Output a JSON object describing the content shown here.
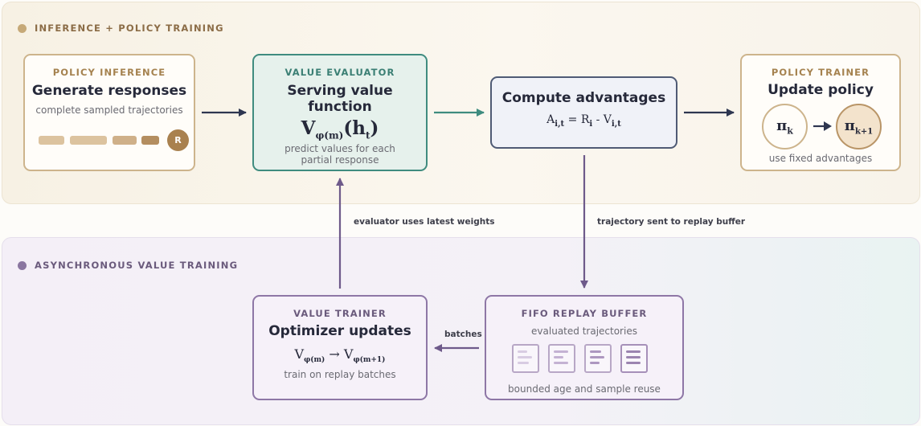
{
  "sections": {
    "top_title": "INFERENCE + POLICY TRAINING",
    "bottom_title": "ASYNCHRONOUS VALUE TRAINING"
  },
  "policy_inference": {
    "label": "POLICY INFERENCE",
    "title": "Generate responses",
    "subtitle": "complete sampled trajectories",
    "badge": "R"
  },
  "value_evaluator": {
    "label": "VALUE EVALUATOR",
    "title": "Serving value function",
    "formula": {
      "main": "V",
      "sub": "φ(m)",
      "arg": "(h",
      "arg_sub": "t",
      "close": ")"
    },
    "caption_line1": "predict values for each",
    "caption_line2": "partial response"
  },
  "compute_advantages": {
    "title": "Compute advantages",
    "formula": {
      "a": "A",
      "a_sub": "i,t",
      "eq": " = R",
      "r_sub": "i",
      "minus": " - V",
      "v_sub": "i,t"
    }
  },
  "policy_trainer": {
    "label": "POLICY TRAINER",
    "title": "Update policy",
    "pi_from": "π",
    "pi_from_sub": "k",
    "pi_to": "π",
    "pi_to_sub": "k+1",
    "caption": "use fixed advantages"
  },
  "value_trainer": {
    "label": "VALUE TRAINER",
    "title": "Optimizer updates",
    "formula": {
      "v1": "V",
      "v1_sub": "φ(m)",
      "arrow": " → ",
      "v2": "V",
      "v2_sub": "φ(m+1)"
    },
    "caption": "train on replay batches"
  },
  "replay_buffer": {
    "label": "FIFO REPLAY BUFFER",
    "subtitle": "evaluated trajectories",
    "caption": "bounded age and sample reuse"
  },
  "edges": {
    "evaluator_weights": "evaluator uses latest weights",
    "to_replay": "trajectory sent to replay buffer",
    "batches": "batches"
  },
  "colors": {
    "tan": "#cdb48c",
    "teal": "#3f8c7f",
    "slate": "#4f5b75",
    "purple": "#8e77a6",
    "navy_arrow": "#2e3650",
    "purple_arrow": "#6e5a8a"
  }
}
